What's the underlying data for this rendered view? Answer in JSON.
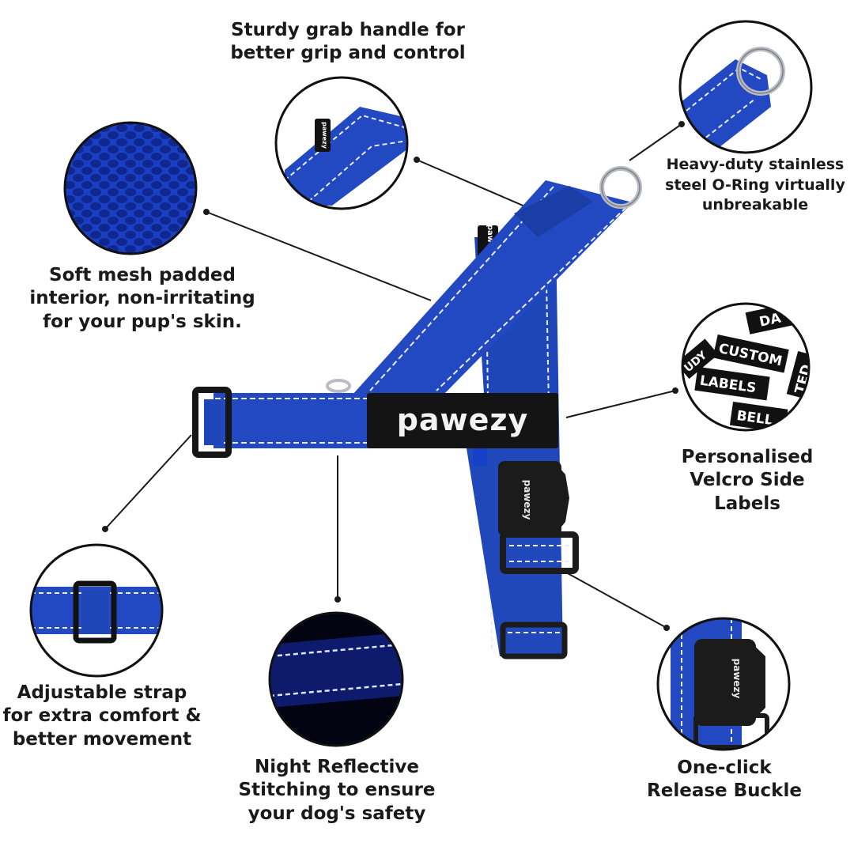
{
  "brand": {
    "name": "pawezy",
    "buckle_text": "pawezy",
    "tag_text": "pawezy"
  },
  "colors": {
    "strap": "#1e45b5",
    "strap_dark": "#142f85",
    "stitch": "#e8eefc",
    "buckle": "#1b1b1b",
    "ring": "#b9bcc2",
    "text": "#1a1a1a"
  },
  "features": {
    "grab_handle": "Sturdy grab handle for\nbetter grip and control",
    "o_ring": "Heavy-duty stainless\nsteel O-Ring virtually\nunbreakable",
    "mesh": "Soft mesh padded\ninterior, non-irritating\nfor your pup's skin.",
    "labels": "Personalised\nVelcro Side\nLabels",
    "adjustable": "Adjustable strap\nfor extra comfort &\nbetter movement",
    "reflective": "Night Reflective\nStitching to ensure\nyour dog's safety",
    "buckle": "One-click\nRelease Buckle"
  },
  "label_samples": [
    "DA",
    "CUSTOM",
    "UDY",
    "TED",
    "LABELS",
    "BELL"
  ]
}
